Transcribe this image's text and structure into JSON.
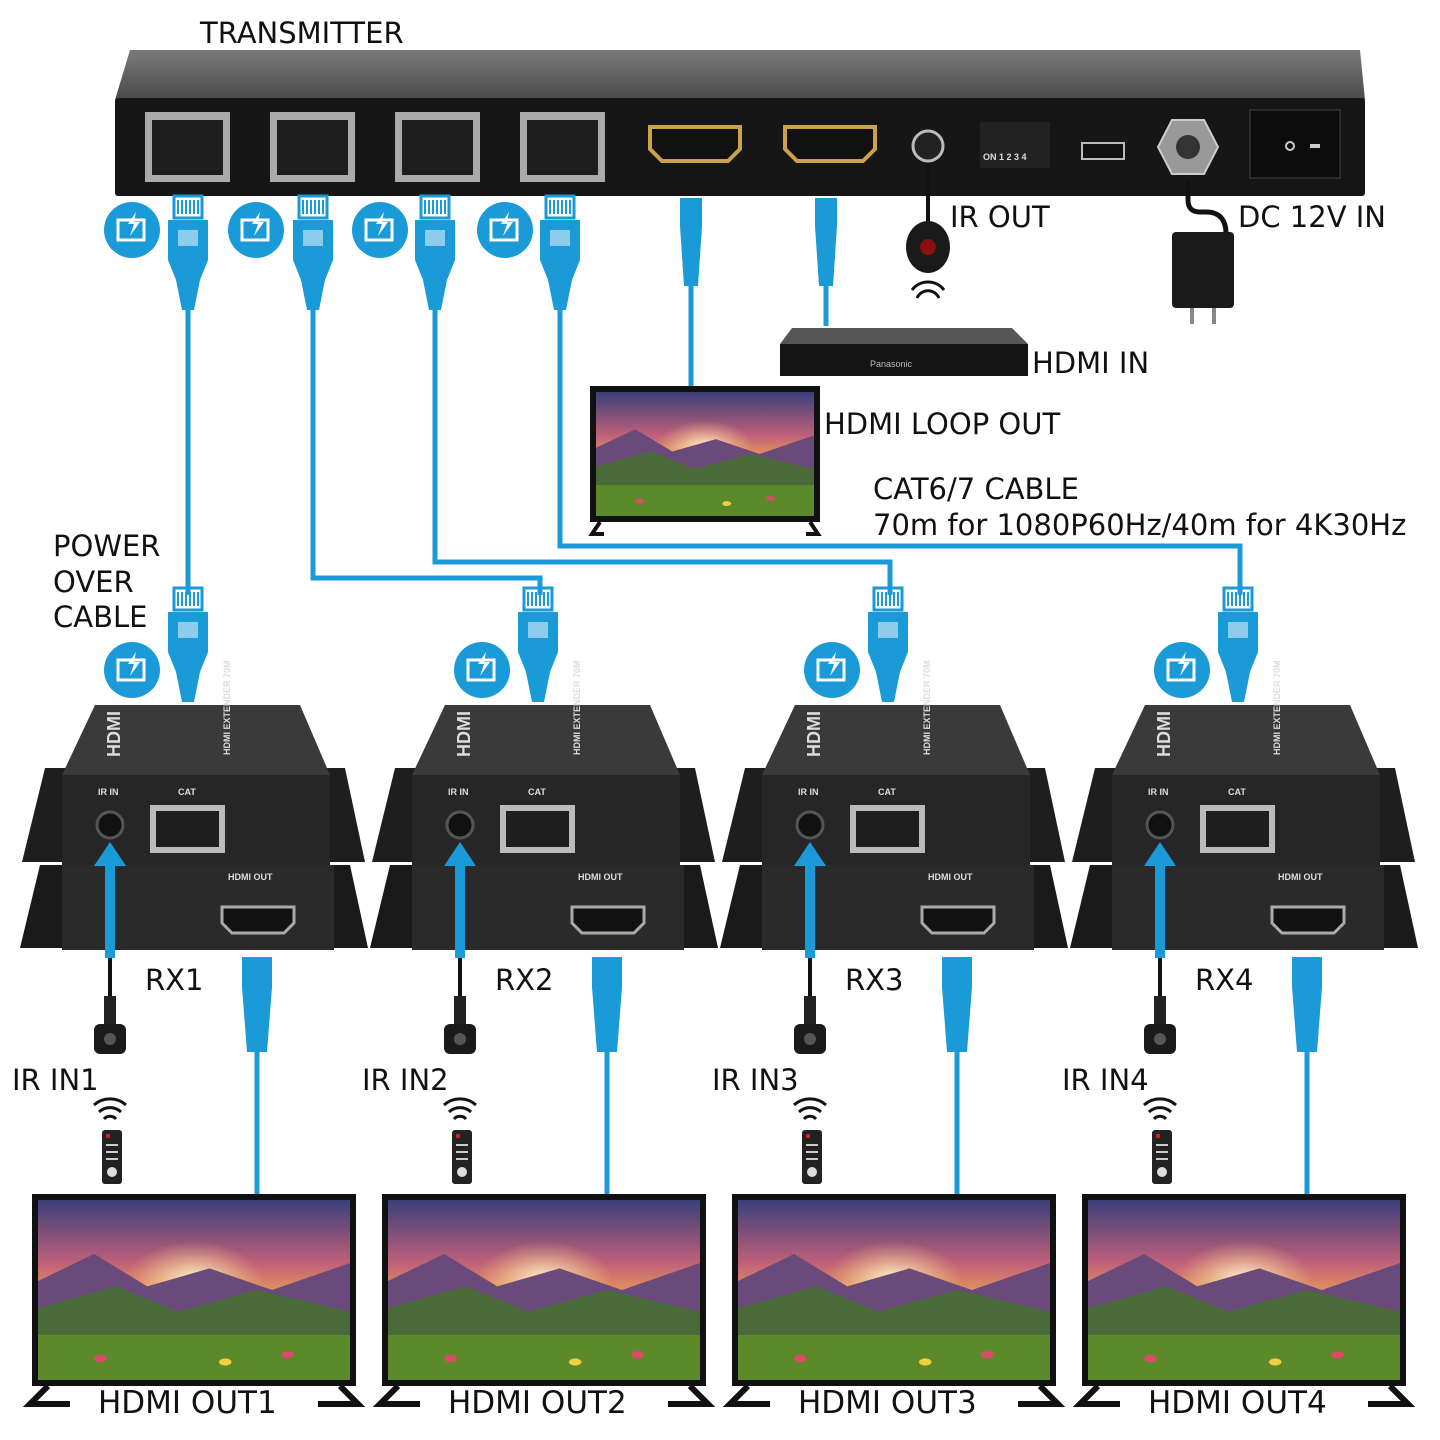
{
  "transmitter": {
    "title": "TRANSMITTER",
    "dip_label": "ON 1 2 3 4"
  },
  "labels": {
    "ir_out": "IR OUT",
    "dc_in": "DC 12V IN",
    "hdmi_in": "HDMI IN",
    "hdmi_loop_out": "HDMI LOOP OUT",
    "cable_title": "CAT6/7 CABLE",
    "cable_spec": "70m for 1080P60Hz/40m for 4K30Hz",
    "poc_line1": "POWER",
    "poc_line2": "OVER",
    "poc_line3": "CABLE"
  },
  "player": {
    "brand": "Panasonic"
  },
  "receiver_print": {
    "model": "HDMI EXTENDER 70M",
    "ir_in": "IR IN",
    "cat": "CAT",
    "hdmi_out": "HDMI OUT",
    "logo": "HDMI"
  },
  "receivers": [
    {
      "name": "RX1",
      "ir": "IR IN1",
      "out": "HDMI OUT1"
    },
    {
      "name": "RX2",
      "ir": "IR IN2",
      "out": "HDMI OUT2"
    },
    {
      "name": "RX3",
      "ir": "IR IN3",
      "out": "HDMI OUT3"
    },
    {
      "name": "RX4",
      "ir": "IR IN4",
      "out": "HDMI OUT4"
    }
  ],
  "colors": {
    "cable": "#1a9ad6",
    "device": "#2b2b2b"
  }
}
